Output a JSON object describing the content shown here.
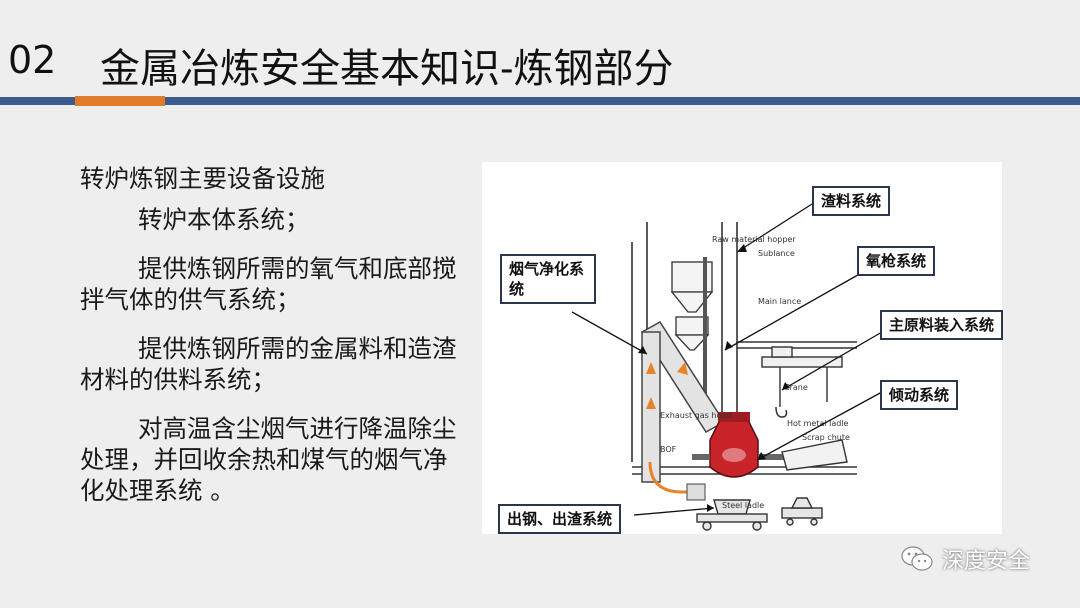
{
  "header": {
    "number": "02",
    "title": "金属冶炼安全基本知识-炼钢部分"
  },
  "content": {
    "heading": "转炉炼钢主要设备设施",
    "items": [
      "转炉本体系统；",
      "提供炼钢所需的氧气和底部搅拌气体的供气系统；",
      "提供炼钢所需的金属料和造渣材料的供料系统；",
      "对高温含尘烟气进行降温除尘处理，并回收余热和煤气的烟气净化处理系统 。"
    ]
  },
  "figure": {
    "callouts": {
      "slag": "渣料系统",
      "fume": "烟气净化系统",
      "lance": "氧枪系统",
      "charge": "主原料装入系统",
      "tilt": "倾动系统",
      "tap": "出钢、出渣系统"
    },
    "labels": {
      "raw_material": "Raw material hopper",
      "sublance": "Sublance",
      "main_lance": "Main lance",
      "crane": "Crane",
      "exhaust": "Exhaust gas hood",
      "bof": "BOF",
      "hot_metal": "Hot metal ladle",
      "scrap_chute": "Scrap chute",
      "steel_ladle": "Steel ladle"
    }
  },
  "watermark": {
    "text": "深度安全",
    "icon": "wechat-icon"
  }
}
